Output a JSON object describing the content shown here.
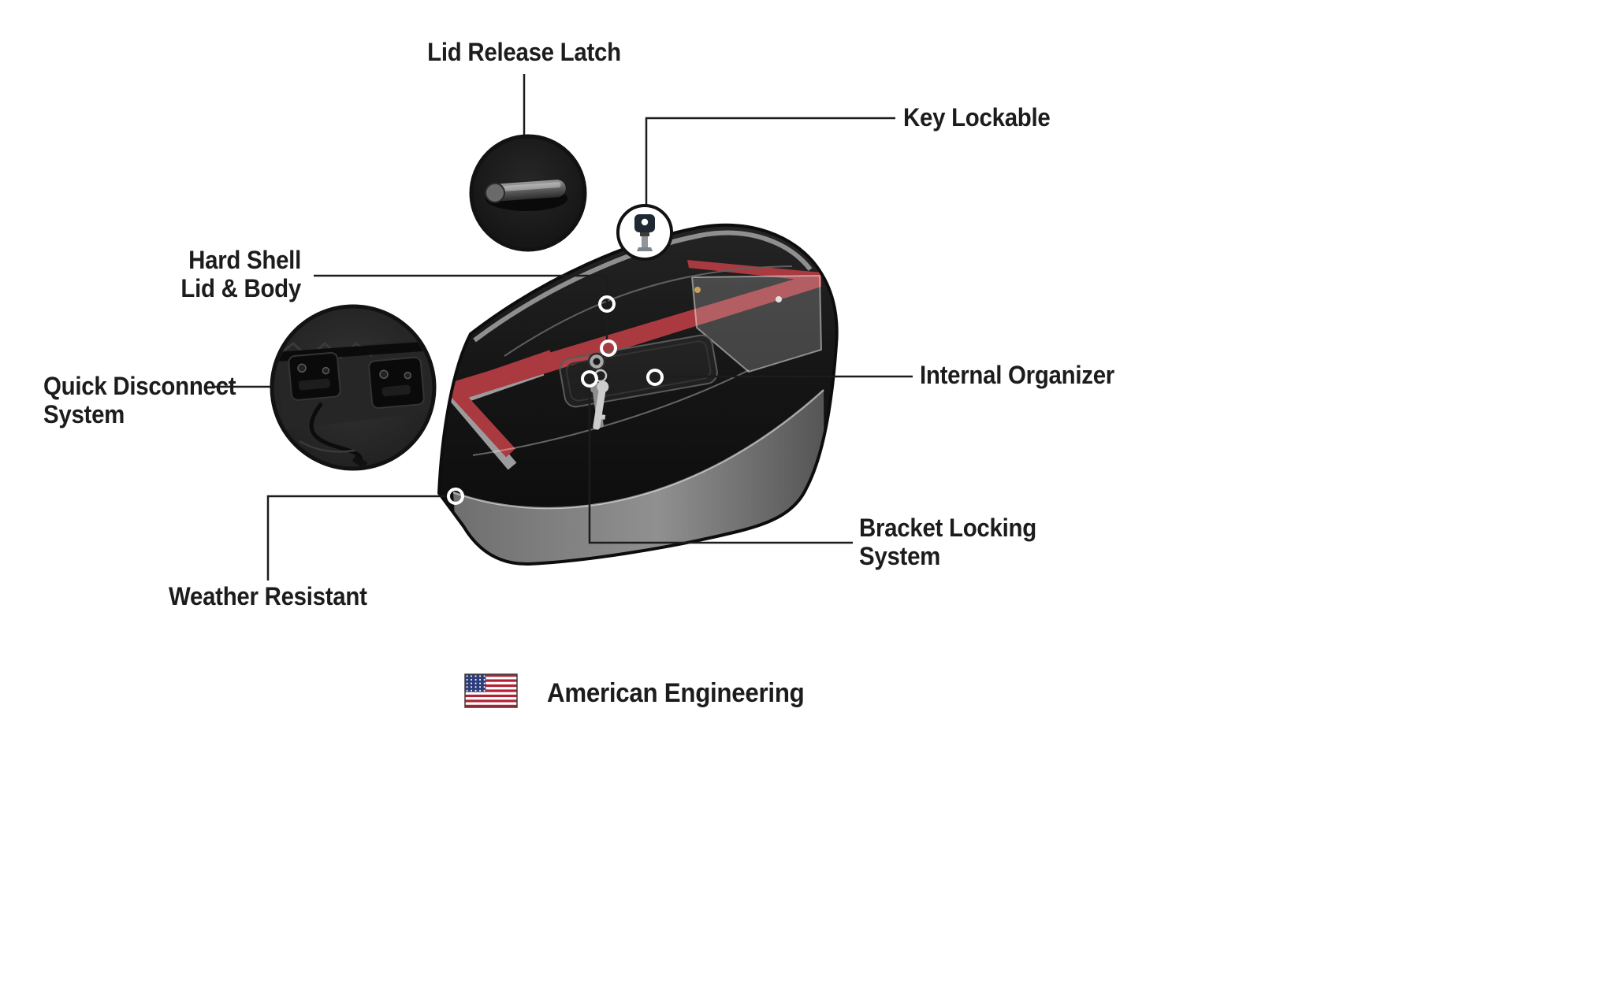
{
  "diagram": {
    "labels": {
      "lid_release_latch": "Lid Release Latch",
      "key_lockable": "Key Lockable",
      "hard_shell": "Hard Shell\nLid & Body",
      "quick_disconnect": "Quick Disconnect\nSystem",
      "internal_organizer": "Internal Organizer",
      "bracket_locking": "Bracket Locking\nSystem",
      "weather_resistant": "Weather Resistant",
      "american_engineering": "American Engineering"
    },
    "colors": {
      "accent_red": "#AA3A40",
      "bag_black": "#141414",
      "trim_gray": "#8F8F8F",
      "label_text": "#1C1C1C",
      "flag_red": "#B22234",
      "flag_blue": "#2D3C7A"
    },
    "icons": {
      "us_flag": "us-flag-icon",
      "key": "key-icon",
      "latch": "latch-handle-icon",
      "quick_disconnect": "quick-disconnect-hardware-icon",
      "keys_hanging": "keys-icon"
    }
  }
}
